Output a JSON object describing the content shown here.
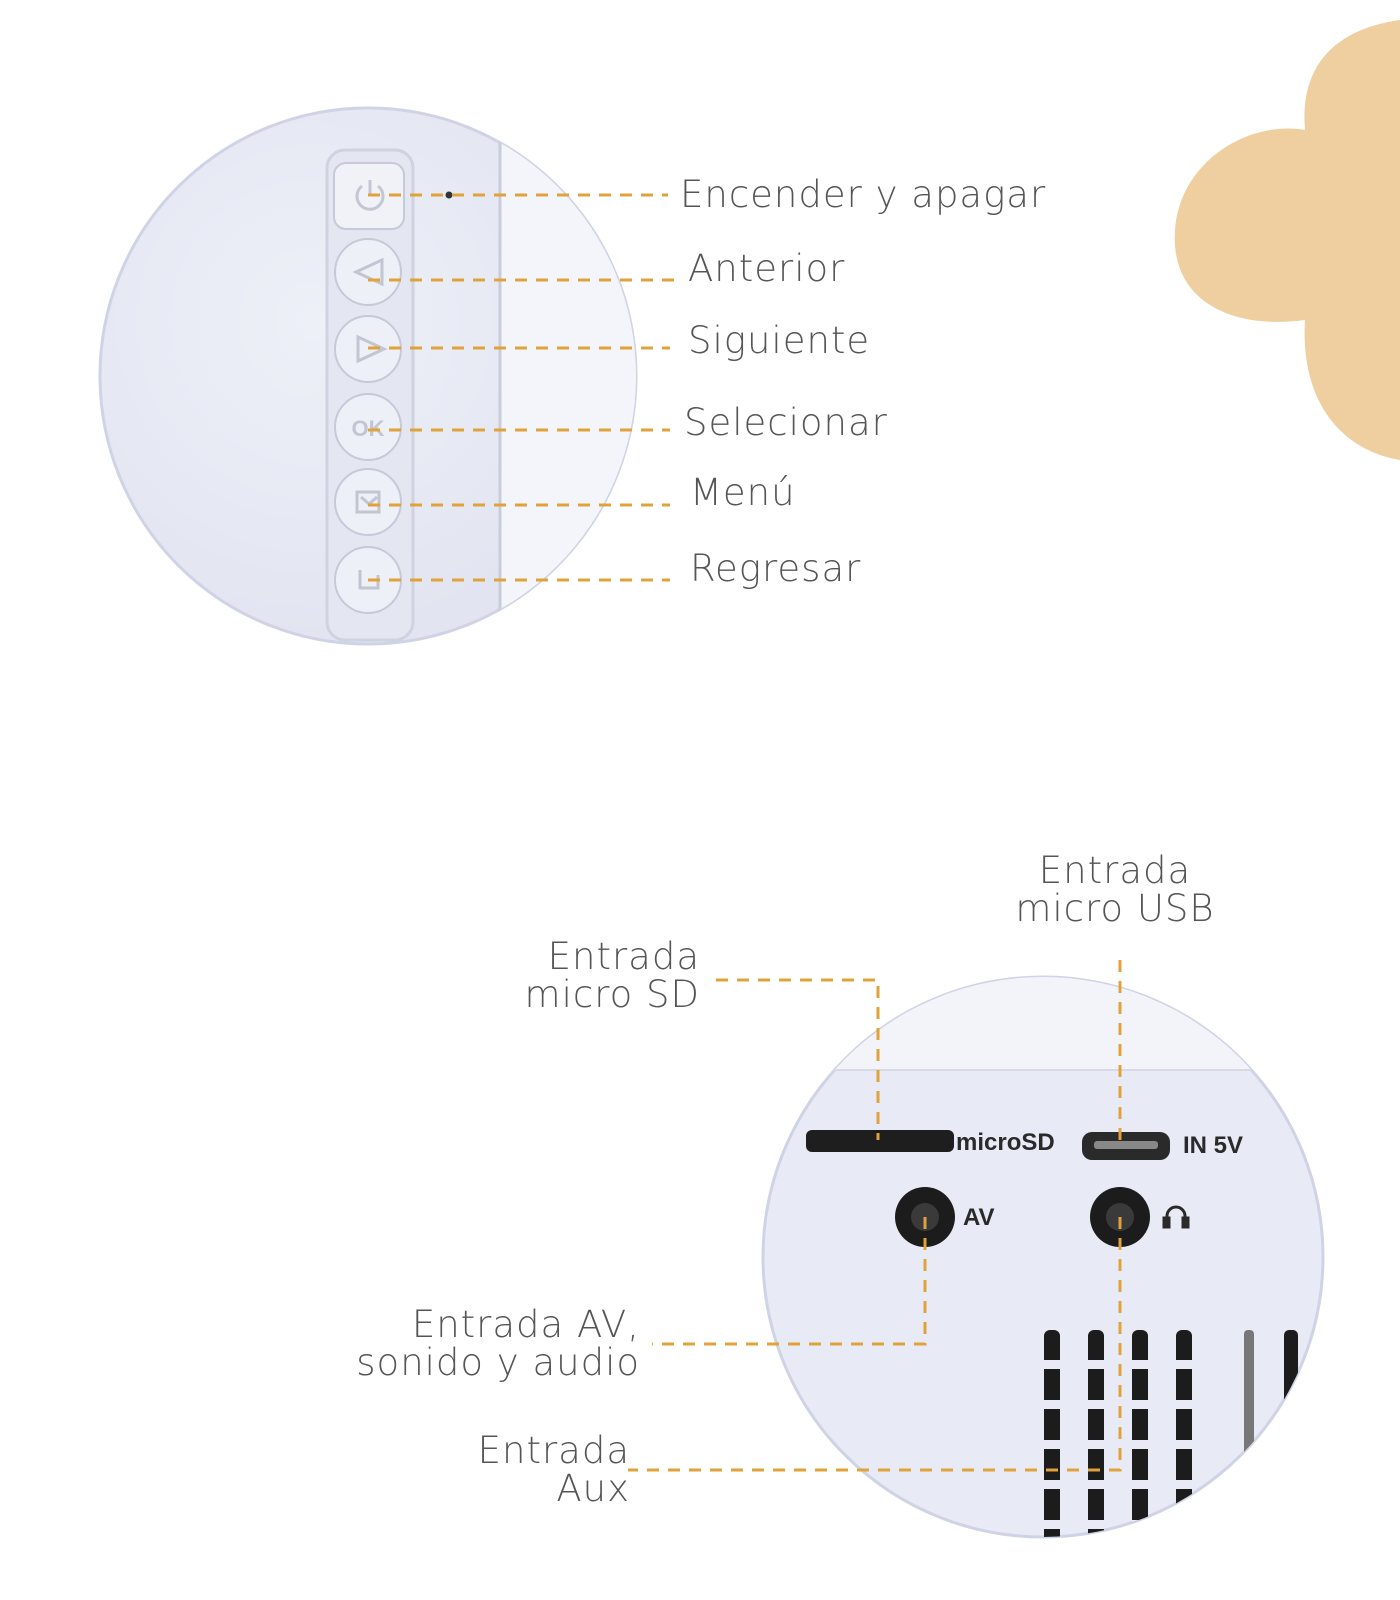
{
  "colors": {
    "accent_dashed": "#e0a23a",
    "blob": "#efcfa0",
    "device": "#e9ebf6",
    "text": "#555555"
  },
  "buttons_panel": {
    "labels": [
      {
        "text": "Encender y apagar",
        "icon": "power-icon"
      },
      {
        "text": "Anterior",
        "icon": "triangle-left-icon"
      },
      {
        "text": "Siguiente",
        "icon": "triangle-right-icon"
      },
      {
        "text": "Selecionar",
        "icon": "ok-icon"
      },
      {
        "text": "Menú",
        "icon": "menu-icon"
      },
      {
        "text": "Regresar",
        "icon": "return-icon"
      }
    ],
    "ok_glyph": "OK"
  },
  "ports_panel": {
    "printed": {
      "microsd": "microSD",
      "in5v": "IN 5V",
      "av": "AV",
      "headphone_icon": "headphone-icon"
    },
    "labels": {
      "micro_usb": [
        "Entrada",
        "micro USB"
      ],
      "micro_sd": [
        "Entrada",
        "micro SD"
      ],
      "av": [
        "Entrada AV,",
        "sonido y audio"
      ],
      "aux": [
        "Entrada",
        "Aux"
      ]
    }
  }
}
